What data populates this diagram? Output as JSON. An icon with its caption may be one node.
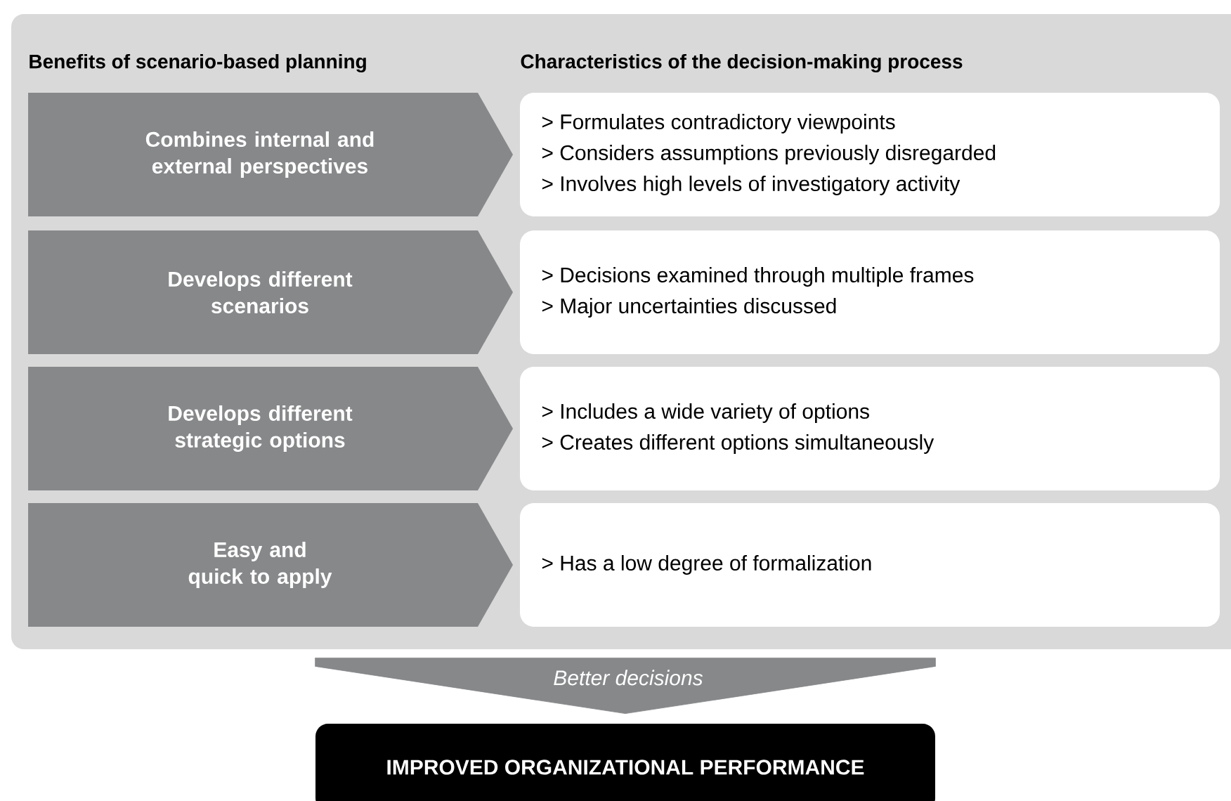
{
  "diagram": {
    "nodes": [
      {
        "text": [
          "Benefits of scenario-based planning",
          "Characteristics of the decision-making process"
        ]
      },
      {
        "text": [
          "Combines internal and external perspectives"
        ],
        "in": 0
      },
      {
        "text": [
          "Develops different scenarios"
        ],
        "in": 0
      },
      {
        "text": [
          "Develops different strategic options"
        ],
        "in": 0
      },
      {
        "text": [
          "Easy and quick to apply"
        ],
        "in": 0
      },
      {
        "text": [
          "> Formulates contradictory viewpoints",
          "> Considers assumptions previously disregarded",
          "> Involves high levels of investigatory activity"
        ],
        "in": 0
      },
      {
        "text": [
          "> Decisions examined through multiple frames",
          "> Major uncertainties discussed"
        ],
        "in": 0
      },
      {
        "text": [
          "> Includes a wide variety of options",
          "> Creates different options simultaneously"
        ],
        "in": 0
      },
      {
        "text": [
          "> Has a low degree of formalization"
        ],
        "in": 0
      },
      {
        "text": [
          "IMPROVED ORGANIZATIONAL PERFORMANCE"
        ]
      }
    ],
    "edges": [
      {
        "from": 0,
        "to": 9,
        "arrow": "to",
        "label": "Better decisions"
      }
    ]
  }
}
